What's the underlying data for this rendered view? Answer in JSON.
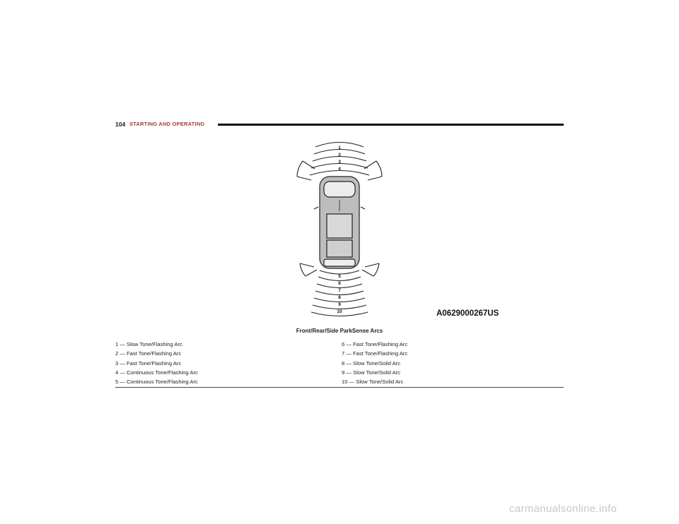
{
  "header": {
    "page_number": "104",
    "section_title": "STARTING AND OPERATING"
  },
  "figure": {
    "zone_labels": [
      "1",
      "2",
      "3",
      "4",
      "5",
      "6",
      "7",
      "8",
      "9",
      "10"
    ],
    "figure_id": "A0629000267US",
    "caption": "Front/Rear/Side ParkSense Arcs"
  },
  "legend": {
    "left": [
      "1 — Slow Tone/Flashing Arc",
      "2 — Fast Tone/Flashing Arc",
      "3 — Fast Tone/Flashing Arc",
      "4 — Continuous Tone/Flashing Arc",
      "5 — Continuous Tone/Flashing Arc"
    ],
    "right": [
      "6 — Fast Tone/Flashing Arc",
      "7 — Fast Tone/Flashing Arc",
      "8 — Slow Tone/Solid Arc",
      "9 — Slow Tone/Solid Arc",
      "10 — Slow Tone/Solid Arc"
    ]
  },
  "watermark": "carmanualsonline.info"
}
